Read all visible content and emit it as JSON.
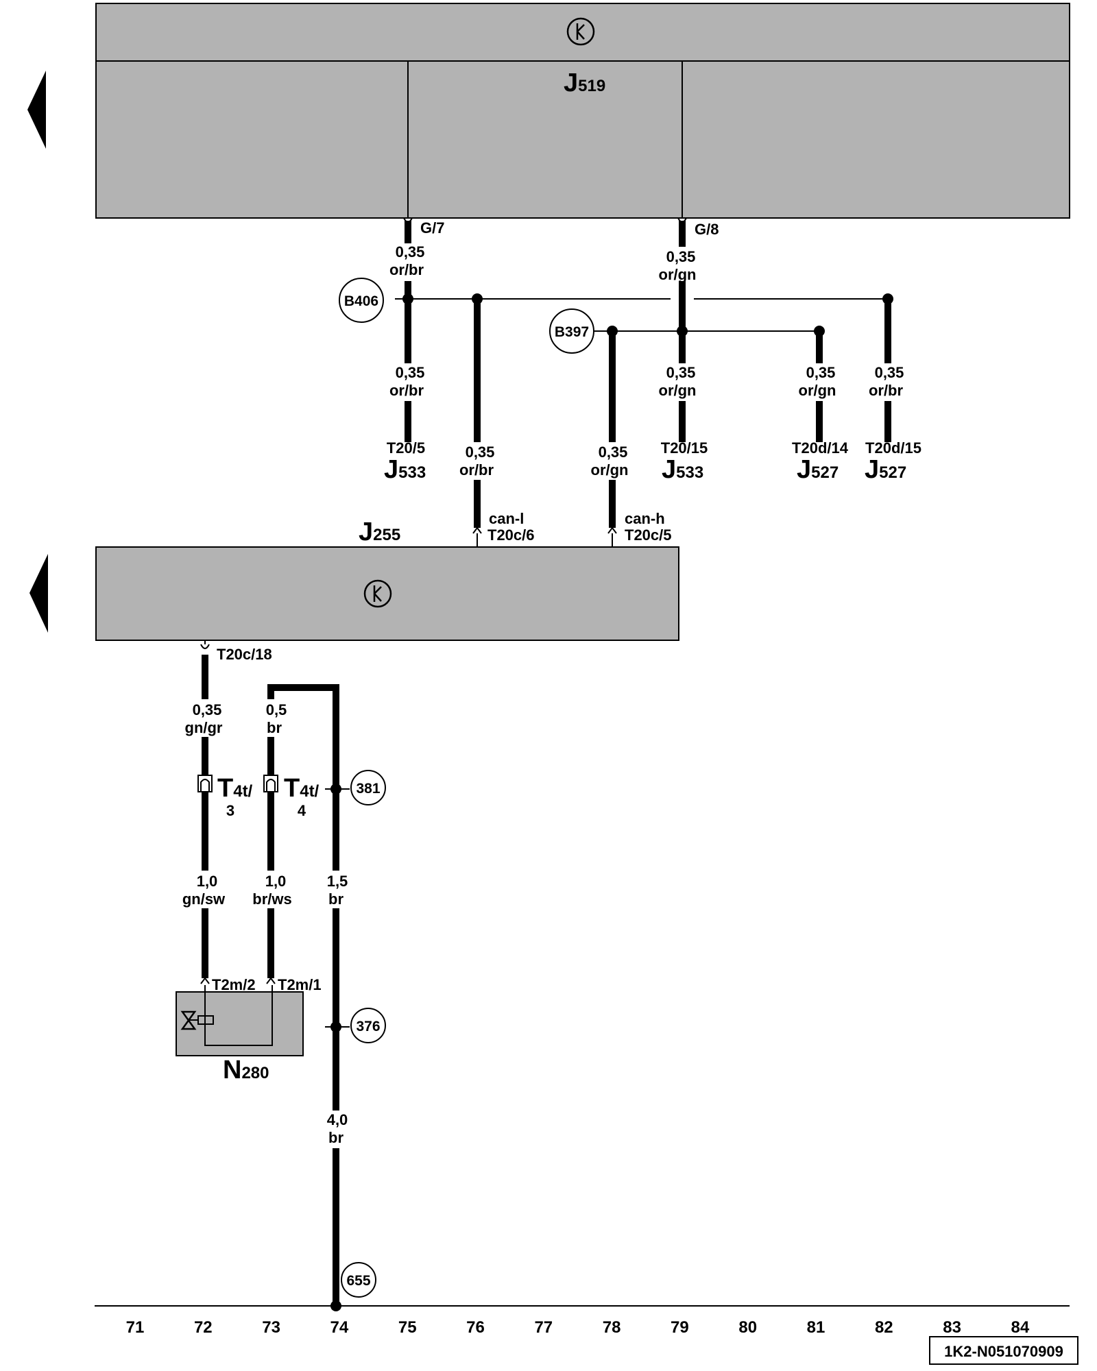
{
  "components": {
    "j519": {
      "main": "J",
      "sub": "519"
    },
    "j255": {
      "main": "J",
      "sub": "255"
    },
    "n280": {
      "main": "N",
      "sub": "280"
    },
    "j533_a": {
      "main": "J",
      "sub": "533"
    },
    "j533_b": {
      "main": "J",
      "sub": "533"
    },
    "j527_a": {
      "main": "J",
      "sub": "527"
    },
    "j527_b": {
      "main": "J",
      "sub": "527"
    }
  },
  "pins": {
    "g7": "G/7",
    "g8": "G/8",
    "t20_5": "T20/5",
    "t20_15": "T20/15",
    "t20d_14": "T20d/14",
    "t20d_15": "T20d/15",
    "t20c_6": "T20c/6",
    "t20c_5": "T20c/5",
    "t20c_18": "T20c/18",
    "can_l": "can-l",
    "can_h": "can-h",
    "t2m_2": "T2m/2",
    "t2m_1": "T2m/1",
    "t4t_3": {
      "main": "T",
      "sub": "4t/",
      "pin": "3"
    },
    "t4t_4": {
      "main": "T",
      "sub": "4t/",
      "pin": "4"
    }
  },
  "wires": {
    "w1": {
      "size": "0,35",
      "color": "or/br"
    },
    "w2": {
      "size": "0,35",
      "color": "or/gn"
    },
    "w3": {
      "size": "0,35",
      "color": "or/br"
    },
    "w4": {
      "size": "0,35",
      "color": "or/br"
    },
    "w5": {
      "size": "0,35",
      "color": "or/gn"
    },
    "w6": {
      "size": "0,35",
      "color": "or/gn"
    },
    "w7": {
      "size": "0,35",
      "color": "or/gn"
    },
    "w8": {
      "size": "0,35",
      "color": "or/br"
    },
    "w9": {
      "size": "0,35",
      "color": "gn/gr"
    },
    "w10": {
      "size": "0,5",
      "color": "br"
    },
    "w11": {
      "size": "1,0",
      "color": "gn/sw"
    },
    "w12": {
      "size": "1,0",
      "color": "br/ws"
    },
    "w13": {
      "size": "1,5",
      "color": "br"
    },
    "w14": {
      "size": "4,0",
      "color": "br"
    }
  },
  "references": {
    "b406": "B406",
    "b397": "B397",
    "r381": "381",
    "r376": "376",
    "r655": "655"
  },
  "axis": [
    "71",
    "72",
    "73",
    "74",
    "75",
    "76",
    "77",
    "78",
    "79",
    "80",
    "81",
    "82",
    "83",
    "84"
  ],
  "footer": {
    "code": "1K2-N051070909"
  },
  "colors": {
    "module_fill": "#b3b3b3",
    "line": "#000000",
    "background": "#ffffff"
  }
}
